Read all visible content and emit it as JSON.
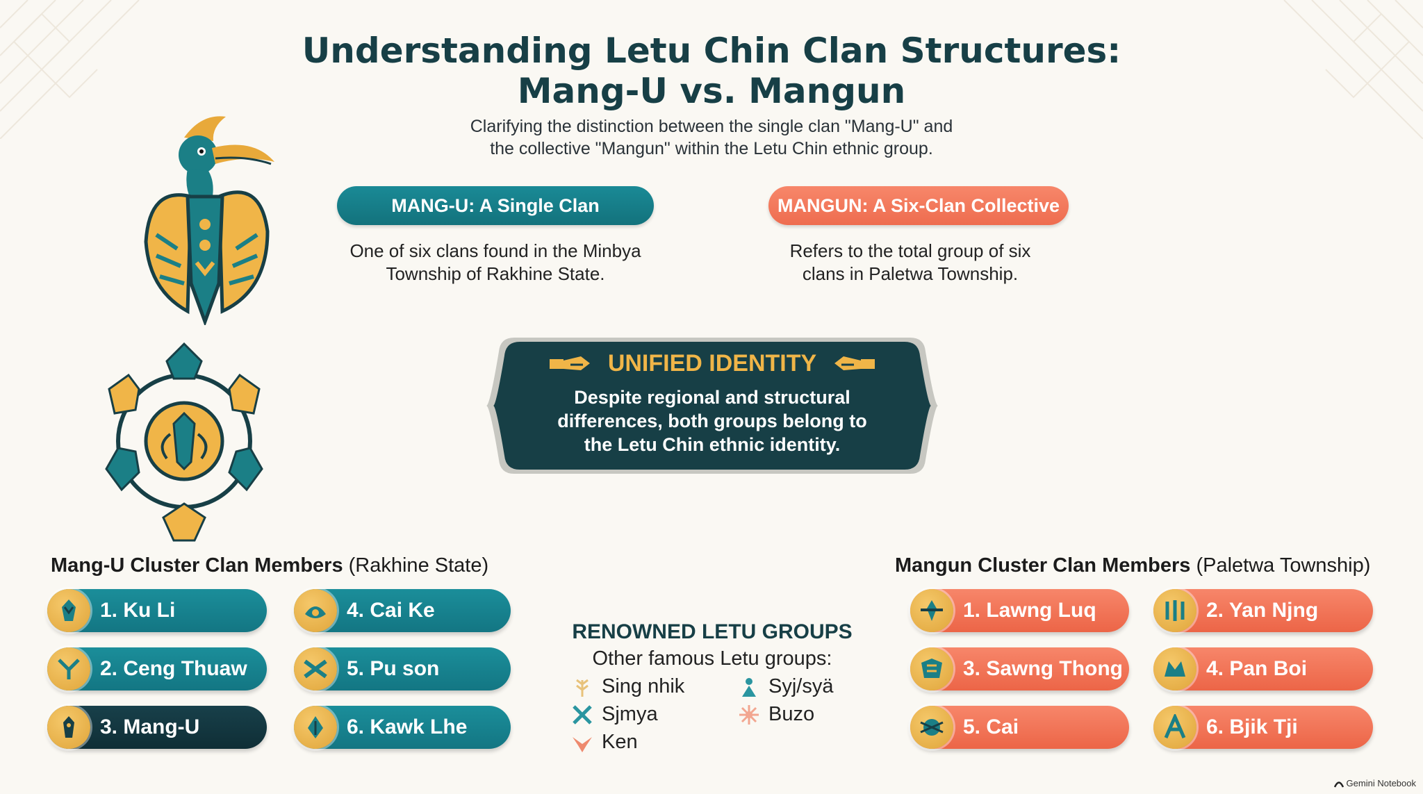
{
  "title_line1": "Understanding Letu Chin Clan Structures:",
  "title_line2": "Mang-U vs. Mangun",
  "subtitle_line1": "Clarifying the distinction between the single clan \"Mang-U\" and",
  "subtitle_line2": "the collective \"Mangun\" within the Letu Chin ethnic group.",
  "mangu": {
    "pill": "MANG-U: A Single Clan",
    "desc_line1": "One of six clans found in the Minbya",
    "desc_line2": "Township of Rakhine State."
  },
  "mangun": {
    "pill": "MANGUN: A Six-Clan Collective",
    "desc_line1": "Refers to the total group of six",
    "desc_line2": "clans in Paletwa Township."
  },
  "unified": {
    "title": "UNIFIED IDENTITY",
    "line1": "Despite regional and structural",
    "line2": "differences, both groups belong to",
    "line3": "the Letu Chin ethnic identity."
  },
  "mangu_cluster": {
    "heading_bold": "Mang-U Cluster Clan Members",
    "heading_rest": " (Rakhine State)",
    "members": [
      "1. Ku Li",
      "2. Ceng Thuaw",
      "3. Mang-U",
      "4. Cai Ke",
      "5. Pu son",
      "6. Kawk Lhe"
    ]
  },
  "mangun_cluster": {
    "heading_bold": "Mangun Cluster Clan Members",
    "heading_rest": " (Paletwa Township)",
    "members": [
      "1. Lawng Luq",
      "2. Yan Njng",
      "3. Sawng Thong",
      "4. Pan Boi",
      "5. Cai",
      "6. Bjik Tji"
    ]
  },
  "renowned": {
    "title": "RENOWNED LETU GROUPS",
    "subtitle": "Other famous Letu groups:",
    "groups": [
      "Sing nhik",
      "Sjmya",
      "Ken",
      "Syj/syä",
      "Buzo"
    ]
  },
  "footer": "Gemini Notebook",
  "colors": {
    "teal": "#13727c",
    "dark_teal": "#0f2e36",
    "coral": "#ec6547",
    "gold": "#f0b548",
    "title": "#173f46"
  }
}
